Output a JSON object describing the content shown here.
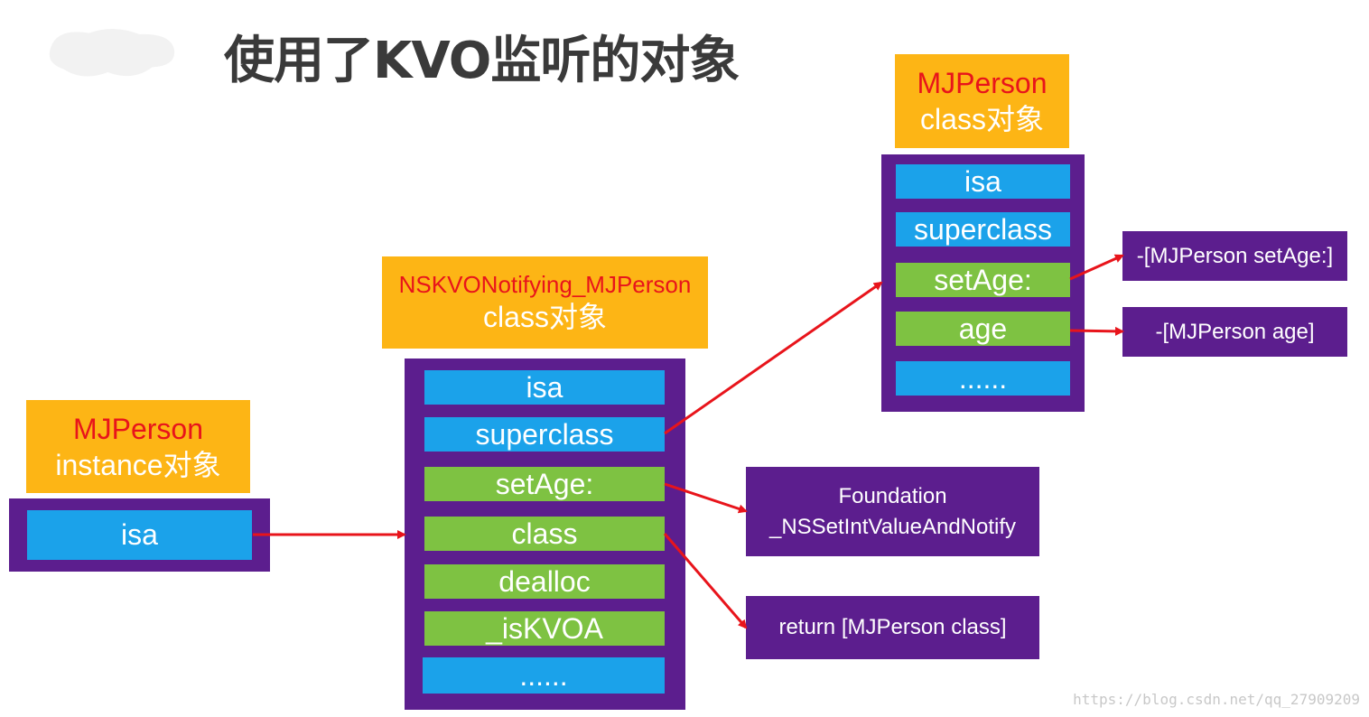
{
  "title": "使用了KVO监听的对象",
  "instance_object": {
    "class_name": "MJPerson",
    "kind": "instance对象",
    "fields": [
      "isa"
    ]
  },
  "kvo_class_object": {
    "class_name": "NSKVONotifying_MJPerson",
    "kind": "class对象",
    "fields": [
      "isa",
      "superclass",
      "setAge:",
      "class",
      "dealloc",
      "_isKVOA",
      "......"
    ]
  },
  "person_class_object": {
    "class_name": "MJPerson",
    "kind": "class对象",
    "fields": [
      "isa",
      "superclass",
      "setAge:",
      "age",
      "......"
    ]
  },
  "notes": {
    "foundation_line1": "Foundation",
    "foundation_line2": "_NSSetIntValueAndNotify",
    "return_class": "return [MJPerson class]",
    "set_age_impl": "-[MJPerson setAge:]",
    "age_impl": "-[MJPerson age]"
  },
  "watermark": "https://blog.csdn.net/qq_27909209",
  "colors": {
    "header": "#fdb515",
    "frame": "#5c1e8e",
    "field_blue": "#1ba2ea",
    "field_green": "#7ec242",
    "class_name_red": "#e8141b",
    "arrow": "#e8141b"
  }
}
